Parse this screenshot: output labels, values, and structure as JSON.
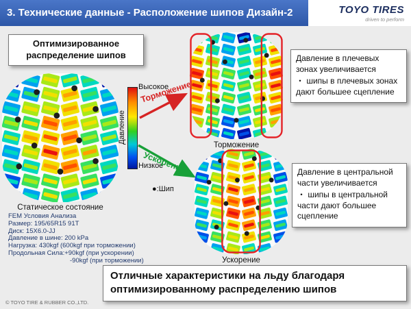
{
  "header": {
    "title": "3. Технические данные - Расположение шипов Дизайн-2",
    "logo": {
      "brand": "TOYO TIRES",
      "tagline": "driven to perform"
    }
  },
  "optimized_box": {
    "text": "Оптимизированное распределение шипов"
  },
  "colorbar": {
    "high": "Высокое",
    "low": "Низкое",
    "axis": "Давление"
  },
  "legend": {
    "stud": "●:Шип"
  },
  "arrows": {
    "braking": "Торможение",
    "acceleration": "Ускорение"
  },
  "figures": {
    "static": {
      "label": "Статическое состояние",
      "emphasis": "even",
      "highlight": "none",
      "studs": [
        [
          0.3,
          0.15
        ],
        [
          0.62,
          0.12
        ],
        [
          0.14,
          0.36
        ],
        [
          0.47,
          0.33
        ],
        [
          0.8,
          0.28
        ],
        [
          0.28,
          0.56
        ],
        [
          0.66,
          0.52
        ],
        [
          0.15,
          0.72
        ],
        [
          0.5,
          0.76
        ],
        [
          0.8,
          0.68
        ]
      ]
    },
    "braking": {
      "label": "Торможение",
      "emphasis": "shoulders",
      "highlight": "shoulders",
      "studs": [
        [
          0.25,
          0.1
        ],
        [
          0.6,
          0.08
        ],
        [
          0.82,
          0.22
        ],
        [
          0.38,
          0.28
        ],
        [
          0.14,
          0.45
        ],
        [
          0.66,
          0.42
        ],
        [
          0.3,
          0.64
        ],
        [
          0.78,
          0.62
        ],
        [
          0.5,
          0.82
        ]
      ]
    },
    "acceleration": {
      "label": "Ускорение",
      "emphasis": "center",
      "highlight": "center",
      "studs": [
        [
          0.28,
          0.12
        ],
        [
          0.64,
          0.1
        ],
        [
          0.16,
          0.32
        ],
        [
          0.46,
          0.3
        ],
        [
          0.82,
          0.3
        ],
        [
          0.34,
          0.52
        ],
        [
          0.68,
          0.56
        ],
        [
          0.24,
          0.74
        ],
        [
          0.56,
          0.8
        ]
      ]
    }
  },
  "notes": {
    "braking": [
      "Давление в плечевых зонах увеличивается",
      "・ шипы в плечевых зонах дают большее сцепление"
    ],
    "acceleration": [
      "Давление в центральной части увеличивается",
      "・ шипы в центральной части дают большее сцепление"
    ]
  },
  "fem": {
    "lines": [
      "FEM Условия Анализа",
      "Размер: 195/65R15 91T",
      "Диск: 15X6.0-JJ",
      "Давление в шине: 200 kPa",
      "Нагрузка: 430kgf (600kgf при торможении)",
      "Продольная Сила:+90kgf (при ускорении)",
      "-90kgf (при торможении)"
    ]
  },
  "conclusion": {
    "lines": [
      "Отличные характеристики на льду благодаря",
      "оптимизированному распределению шипов"
    ]
  },
  "footer": {
    "copyright": "© TOYO TIRE & RUBBER CO.,LTD."
  },
  "colors": {
    "header_blue": "#2f5aa9",
    "highlight_red": "#e32227",
    "arrow_red": "#d62424",
    "arrow_green": "#18a038",
    "navy_text": "#223a6e",
    "logo_navy": "#1b2d5e"
  }
}
